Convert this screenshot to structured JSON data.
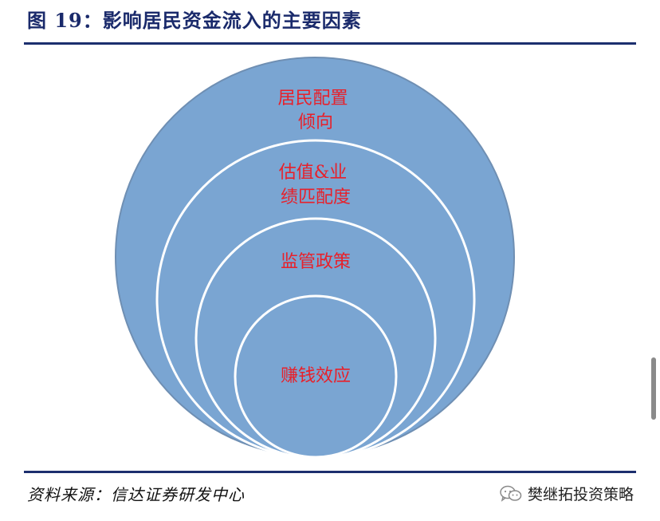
{
  "figure": {
    "title": "图 19：影响居民资金流入的主要因素",
    "source": "资料来源：信达证券研发中心"
  },
  "diagram": {
    "rings": [
      {
        "id": "outer",
        "lines": [
          "居民配置",
          "倾向"
        ]
      },
      {
        "id": "second",
        "lines": [
          "估值&业",
          "绩匹配度"
        ]
      },
      {
        "id": "third",
        "lines": [
          "监管政策"
        ]
      },
      {
        "id": "inner",
        "lines": [
          "赚钱效应"
        ]
      }
    ],
    "colors": {
      "fill": "#7aa5d2",
      "stroke": "#ffffff",
      "outline": "#6f8fb3",
      "label": "#e8202a"
    }
  },
  "watermark": {
    "text": "樊继拓投资策略",
    "icon": "wechat-icon"
  }
}
